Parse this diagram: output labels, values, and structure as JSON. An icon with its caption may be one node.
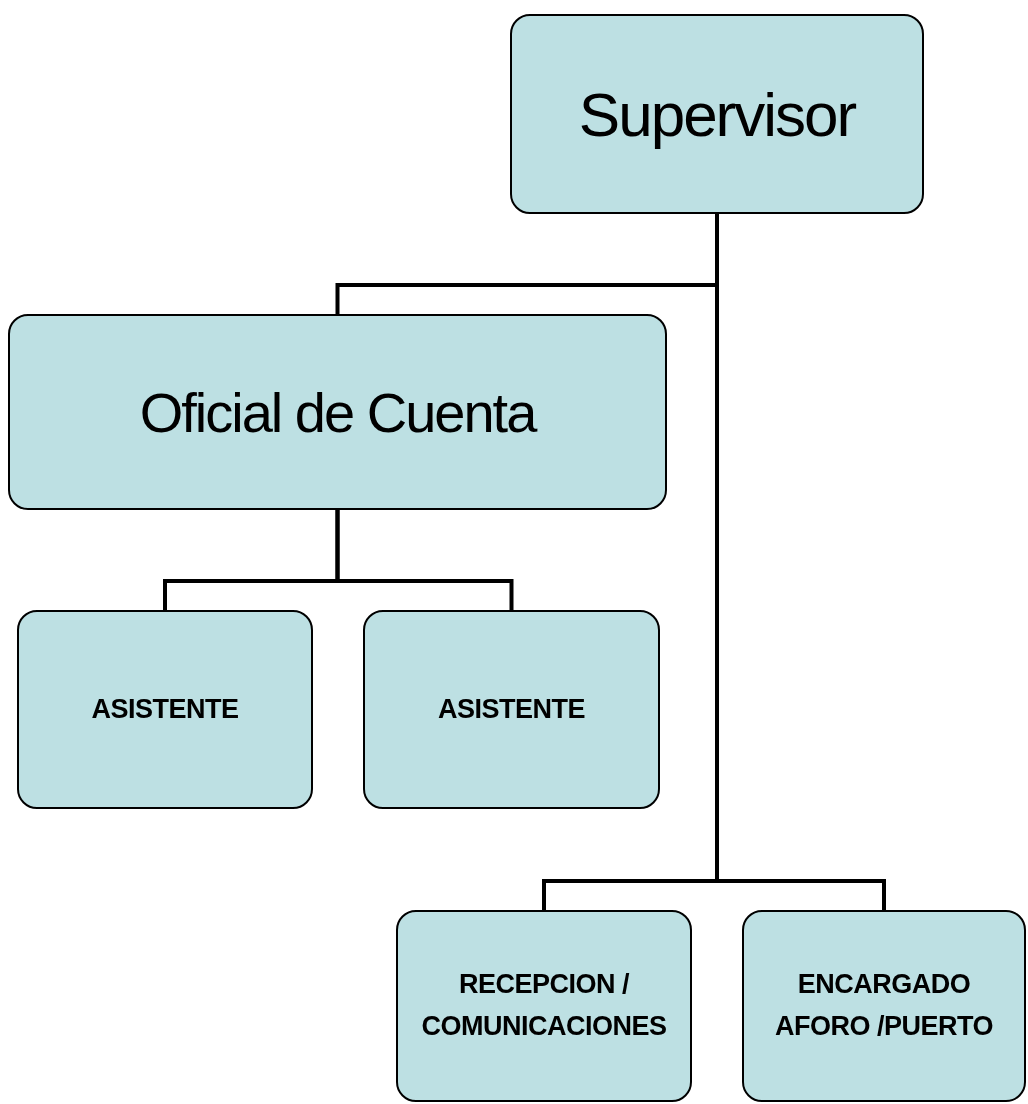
{
  "diagram": {
    "nodes": [
      {
        "text": [
          "Supervisor"
        ]
      },
      {
        "text": [
          "Oficial de Cuenta"
        ]
      },
      {
        "text": [
          "ASISTENTE"
        ]
      },
      {
        "text": [
          "ASISTENTE"
        ]
      },
      {
        "text": [
          "RECEPCION / COMUNICACIONES"
        ]
      },
      {
        "text": [
          "ENCARGADO AFORO /PUERTO"
        ]
      }
    ],
    "edges": [
      {
        "from": 0,
        "to": 1,
        "arrow": "none"
      },
      {
        "from": 0,
        "to": 4,
        "arrow": "none"
      },
      {
        "from": 0,
        "to": 5,
        "arrow": "none"
      },
      {
        "from": 1,
        "to": 2,
        "arrow": "none"
      },
      {
        "from": 1,
        "to": 3,
        "arrow": "none"
      }
    ]
  }
}
